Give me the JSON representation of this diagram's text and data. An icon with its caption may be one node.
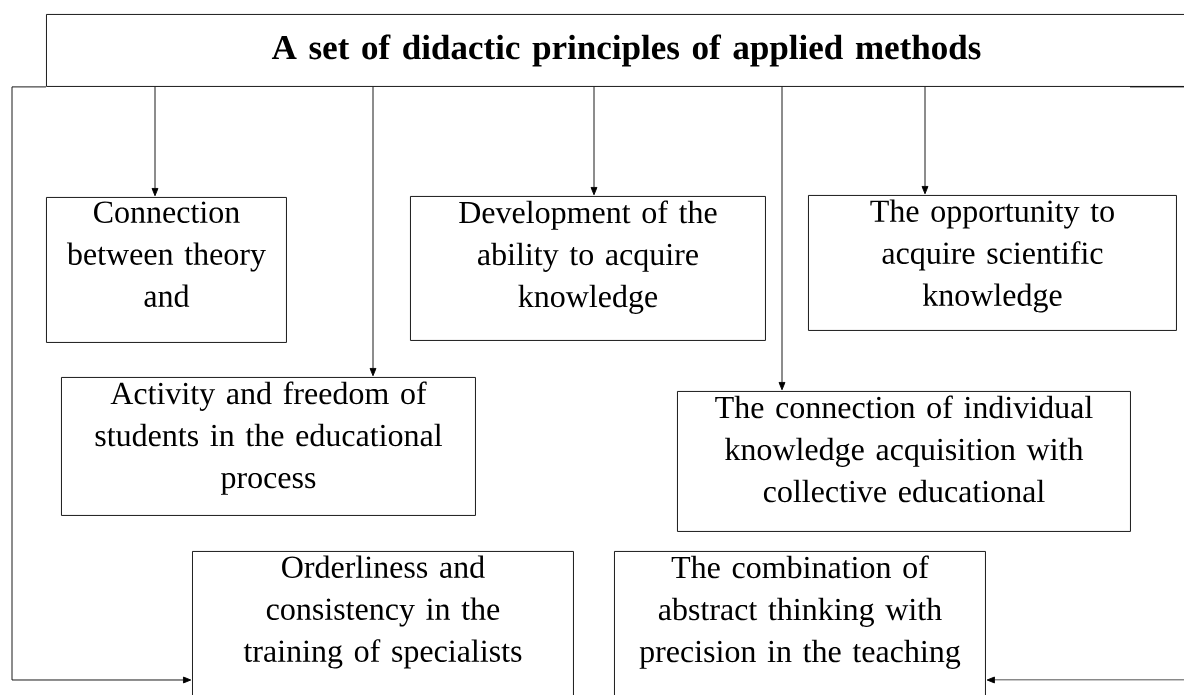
{
  "diagram": {
    "nodes": [
      {
        "text": [
          "A set of didactic principles of applied methods"
        ]
      },
      {
        "text": [
          "Connection between theory and"
        ]
      },
      {
        "text": [
          "Development of the ability to acquire knowledge"
        ]
      },
      {
        "text": [
          "The opportunity to acquire scientific knowledge"
        ]
      },
      {
        "text": [
          "Activity and freedom of students in the educational process"
        ]
      },
      {
        "text": [
          "The connection of individual knowledge acquisition with collective educational"
        ]
      },
      {
        "text": [
          "Orderliness and consistency in the training of specialists"
        ]
      },
      {
        "text": [
          "The combination of abstract thinking with precision in the teaching"
        ]
      }
    ],
    "edges": [
      {
        "from": 0,
        "to": 1,
        "arrow": "to"
      },
      {
        "from": 0,
        "to": 4,
        "arrow": "to"
      },
      {
        "from": 0,
        "to": 2,
        "arrow": "to"
      },
      {
        "from": 0,
        "to": 5,
        "arrow": "to"
      },
      {
        "from": 0,
        "to": 3,
        "arrow": "to"
      },
      {
        "from": 0,
        "to": 6,
        "arrow": "to"
      },
      {
        "from": 0,
        "to": 7,
        "arrow": "to"
      }
    ]
  }
}
